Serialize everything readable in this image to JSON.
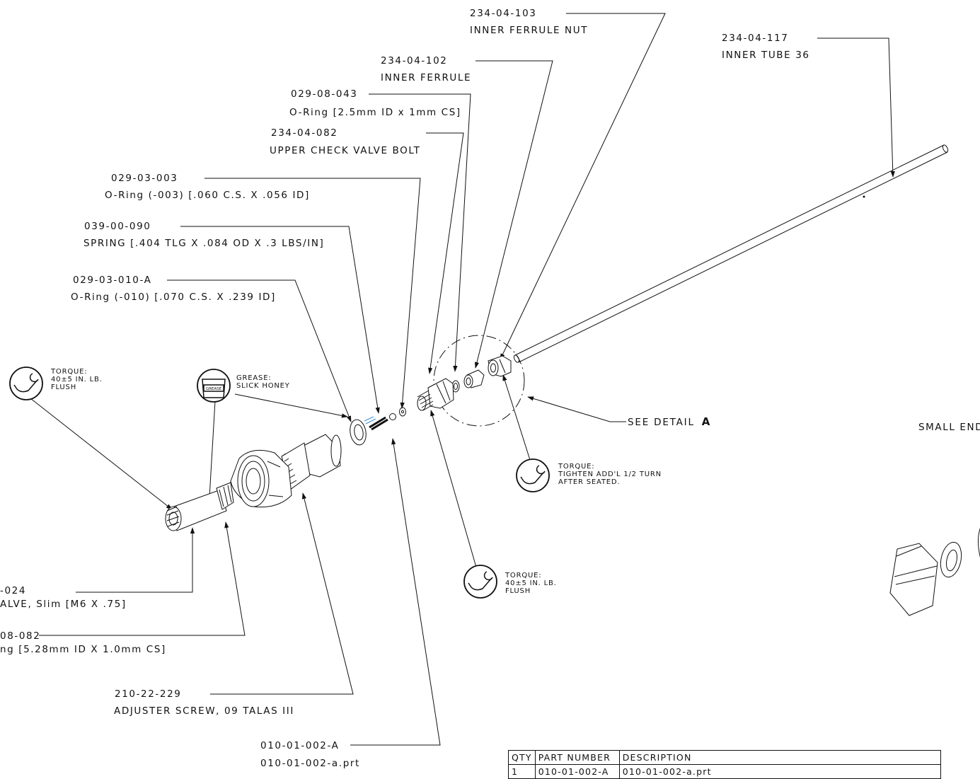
{
  "callouts": [
    {
      "id": "c1",
      "part": "234-04-103",
      "desc": "INNER FERRULE NUT"
    },
    {
      "id": "c2",
      "part": "234-04-117",
      "desc": "INNER TUBE 36"
    },
    {
      "id": "c3",
      "part": "234-04-102",
      "desc": "INNER FERRULE"
    },
    {
      "id": "c4",
      "part": "029-08-043",
      "desc": "O-Ring [2.5mm ID x 1mm CS]"
    },
    {
      "id": "c5",
      "part": "234-04-082",
      "desc": "UPPER CHECK VALVE BOLT"
    },
    {
      "id": "c6",
      "part": "029-03-003",
      "desc": "O-Ring (-003) [.060 C.S. X .056 ID]"
    },
    {
      "id": "c7",
      "part": "039-00-090",
      "desc": "SPRING [.404 TLG X .084 OD X .3 LBS/IN]"
    },
    {
      "id": "c8",
      "part": "029-03-010-A",
      "desc": "O-Ring (-010) [.070 C.S. X .239 ID]"
    },
    {
      "id": "c9",
      "part": "-024",
      "desc": "ALVE, Slim [M6 X .75]"
    },
    {
      "id": "c10",
      "part": "08-082",
      "desc": "ng [5.28mm ID X 1.0mm CS]"
    },
    {
      "id": "c11",
      "part": "210-22-229",
      "desc": "ADJUSTER SCREW, 09 TALAS III"
    },
    {
      "id": "c12",
      "part": "010-01-002-A",
      "desc": "010-01-002-a.prt"
    }
  ],
  "notes": {
    "torque_left": [
      "TORQUE:",
      "40±5 IN. LB.",
      "FLUSH"
    ],
    "grease": [
      "GREASE:",
      "SLICK HONEY"
    ],
    "grease_icon_text": "GREASE",
    "torque_right": [
      "TORQUE:",
      "TIGHTEN ADD'L 1/2 TURN",
      "AFTER SEATED."
    ],
    "torque_bottom": [
      "TORQUE:",
      "40±5 IN. LB.",
      "FLUSH"
    ]
  },
  "detail": {
    "text": "SEE DETAIL",
    "letter": "A"
  },
  "small_end": "SMALL END-",
  "bom": {
    "headers": [
      "QTY",
      "PART NUMBER",
      "DESCRIPTION"
    ],
    "rows": [
      [
        "1",
        "010-01-002-A",
        "010-01-002-a.prt"
      ]
    ]
  }
}
